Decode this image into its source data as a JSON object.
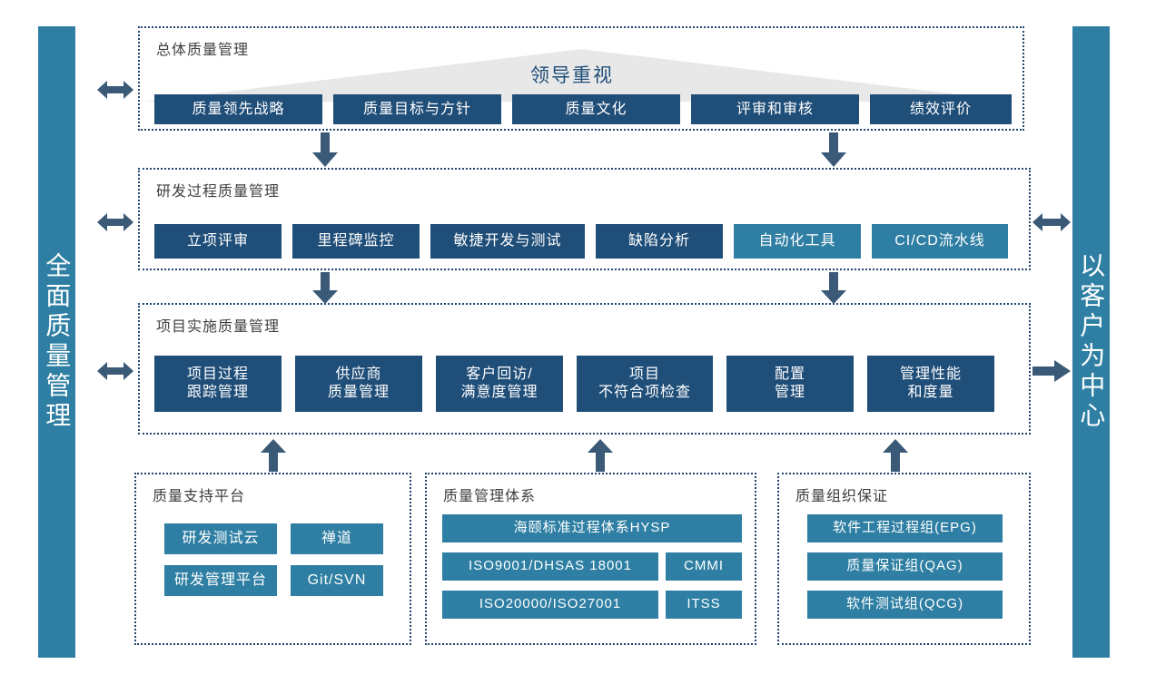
{
  "pillars": {
    "left": {
      "text": "全面质量管理",
      "color": "#2E7FA3"
    },
    "right": {
      "text": "以客户为中心",
      "color": "#2E7FA3"
    }
  },
  "palette": {
    "navy": "#1F4E79",
    "teal": "#2E7FA3",
    "arrow": "#3A5A78",
    "banner_fill": "#E8E8E8",
    "border": "#21456E",
    "label_text": "#3F3F3F"
  },
  "sections": [
    {
      "label": "总体质量管理",
      "banner": {
        "label": "领导重视",
        "shape": "triangle",
        "fill": "#E8E8E8"
      },
      "chips": [
        {
          "text": "质量领先战略",
          "color": "navy"
        },
        {
          "text": "质量目标与方针",
          "color": "navy"
        },
        {
          "text": "质量文化",
          "color": "navy"
        },
        {
          "text": "评审和审核",
          "color": "navy"
        },
        {
          "text": "绩效评价",
          "color": "navy"
        }
      ]
    },
    {
      "label": "研发过程质量管理",
      "chips": [
        {
          "text": "立项评审",
          "color": "navy"
        },
        {
          "text": "里程碑监控",
          "color": "navy"
        },
        {
          "text": "敏捷开发与测试",
          "color": "navy"
        },
        {
          "text": "缺陷分析",
          "color": "navy"
        },
        {
          "text": "自动化工具",
          "color": "teal"
        },
        {
          "text": "CI/CD流水线",
          "color": "teal"
        }
      ]
    },
    {
      "label": "项目实施质量管理",
      "chips": [
        {
          "text": "项目过程\n跟踪管理",
          "color": "navy"
        },
        {
          "text": "供应商\n质量管理",
          "color": "navy"
        },
        {
          "text": "客户回访/\n满意度管理",
          "color": "navy"
        },
        {
          "text": "项目\n不符合项检查",
          "color": "navy"
        },
        {
          "text": "配置\n管理",
          "color": "navy"
        },
        {
          "text": "管理性能\n和度量",
          "color": "navy"
        }
      ]
    }
  ],
  "panels": [
    {
      "label": "质量支持平台",
      "chips": [
        {
          "text": "研发测试云",
          "color": "teal"
        },
        {
          "text": "禅道",
          "color": "teal"
        },
        {
          "text": "研发管理平台",
          "color": "teal"
        },
        {
          "text": "Git/SVN",
          "color": "teal"
        }
      ]
    },
    {
      "label": "质量管理体系",
      "chips": [
        {
          "text": "海颐标准过程体系HYSP",
          "color": "teal"
        },
        {
          "text": "ISO9001/DHSAS 18001",
          "color": "teal"
        },
        {
          "text": "CMMI",
          "color": "teal"
        },
        {
          "text": "ISO20000/ISO27001",
          "color": "teal"
        },
        {
          "text": "ITSS",
          "color": "teal"
        }
      ]
    },
    {
      "label": "质量组织保证",
      "chips": [
        {
          "text": "软件工程过程组(EPG)",
          "color": "teal"
        },
        {
          "text": "质量保证组(QAG)",
          "color": "teal"
        },
        {
          "text": "软件测试组(QCG)",
          "color": "teal"
        }
      ]
    }
  ],
  "arrows": [
    {
      "name": "left-connector-top",
      "direction": "double-horizontal"
    },
    {
      "name": "left-connector-middle",
      "direction": "double-horizontal"
    },
    {
      "name": "left-connector-bottom",
      "direction": "double-horizontal"
    },
    {
      "name": "right-connector-middle",
      "direction": "double-horizontal"
    },
    {
      "name": "right-connector-bottom",
      "direction": "right"
    },
    {
      "name": "flow-down-1",
      "direction": "down"
    },
    {
      "name": "flow-down-2",
      "direction": "down"
    },
    {
      "name": "flow-down-3",
      "direction": "down"
    },
    {
      "name": "flow-down-4",
      "direction": "down"
    },
    {
      "name": "flow-up-1",
      "direction": "up"
    },
    {
      "name": "flow-up-2",
      "direction": "up"
    },
    {
      "name": "flow-up-3",
      "direction": "up"
    }
  ]
}
